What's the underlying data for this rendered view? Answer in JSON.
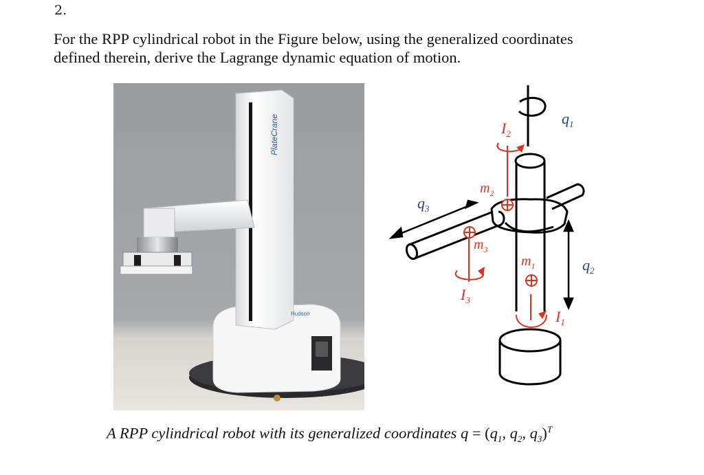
{
  "question": {
    "number": "2.",
    "text_line1": "For the RPP cylindrical robot in the Figure below, using the generalized coordinates",
    "text_line2": "defined therein, derive the Lagrange dynamic equation of motion."
  },
  "photo": {
    "tower_brand": "PlateCrane",
    "base_brand": "Hudson"
  },
  "diagram": {
    "labels": {
      "q1": "q",
      "q1_sub": "1",
      "q2": "q",
      "q2_sub": "2",
      "q3": "q",
      "q3_sub": "3",
      "I1": "I",
      "I1_sub": "1",
      "I2": "I",
      "I2_sub": "2",
      "I3": "I",
      "I3_sub": "3",
      "m1": "m",
      "m1_sub": "1",
      "m2": "m",
      "m2_sub": "2",
      "m3": "m",
      "m3_sub": "3"
    },
    "colors": {
      "line": "#000000",
      "inertia": "#e0301e",
      "label_blue": "#2a3e8a"
    }
  },
  "caption": {
    "prefix": "A RPP cylindrical robot with its generalized coordinates ",
    "q": "q",
    "equals": " = (",
    "q1": "q",
    "s1": "1",
    "c1": ", ",
    "q2": "q",
    "s2": "2",
    "c2": ", ",
    "q3": "q",
    "s3": "3",
    "close": ")",
    "T": "T"
  }
}
